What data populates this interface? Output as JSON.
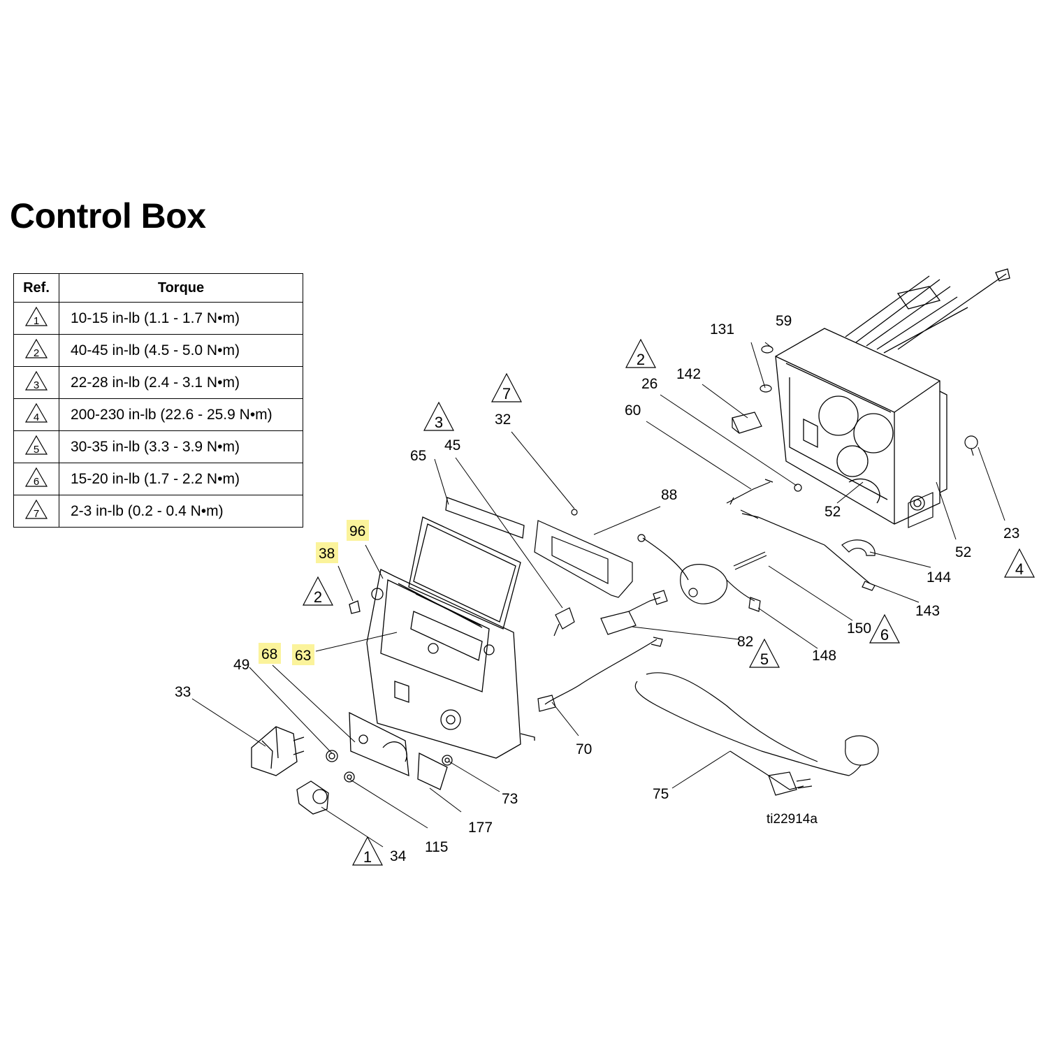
{
  "title": "Control Box",
  "torque_table": {
    "headers": {
      "ref": "Ref.",
      "torque": "Torque"
    },
    "rows": [
      {
        "ref": "1",
        "torque": "10-15 in-lb (1.1 - 1.7 N•m)"
      },
      {
        "ref": "2",
        "torque": "40-45 in-lb (4.5 - 5.0 N•m)"
      },
      {
        "ref": "3",
        "torque": "22-28 in-lb (2.4 - 3.1 N•m)"
      },
      {
        "ref": "4",
        "torque": "200-230 in-lb (22.6 - 25.9 N•m)"
      },
      {
        "ref": "5",
        "torque": "30-35 in-lb (3.3 - 3.9 N•m)"
      },
      {
        "ref": "6",
        "torque": "15-20 in-lb (1.7 - 2.2 N•m)"
      },
      {
        "ref": "7",
        "torque": "2-3 in-lb (0.2 - 0.4 N•m)"
      }
    ]
  },
  "callouts": {
    "p23": "23",
    "p26": "26",
    "p32": "32",
    "p33": "33",
    "p34": "34",
    "p38": "38",
    "p45": "45",
    "p49": "49",
    "p52a": "52",
    "p52b": "52",
    "p59": "59",
    "p60": "60",
    "p63": "63",
    "p65": "65",
    "p68": "68",
    "p70": "70",
    "p73": "73",
    "p75": "75",
    "p82": "82",
    "p88": "88",
    "p96": "96",
    "p115": "115",
    "p131": "131",
    "p142": "142",
    "p143": "143",
    "p144": "144",
    "p148": "148",
    "p150": "150",
    "p177": "177"
  },
  "highlighted_callouts": [
    "38",
    "63",
    "68",
    "96"
  ],
  "torque_markers": {
    "m1": "1",
    "m2a": "2",
    "m2b": "2",
    "m3": "3",
    "m4": "4",
    "m5": "5",
    "m6": "6",
    "m7": "7"
  },
  "figure_id": "ti22914a",
  "colors": {
    "highlight": "#fbf39b",
    "line": "#000000"
  }
}
